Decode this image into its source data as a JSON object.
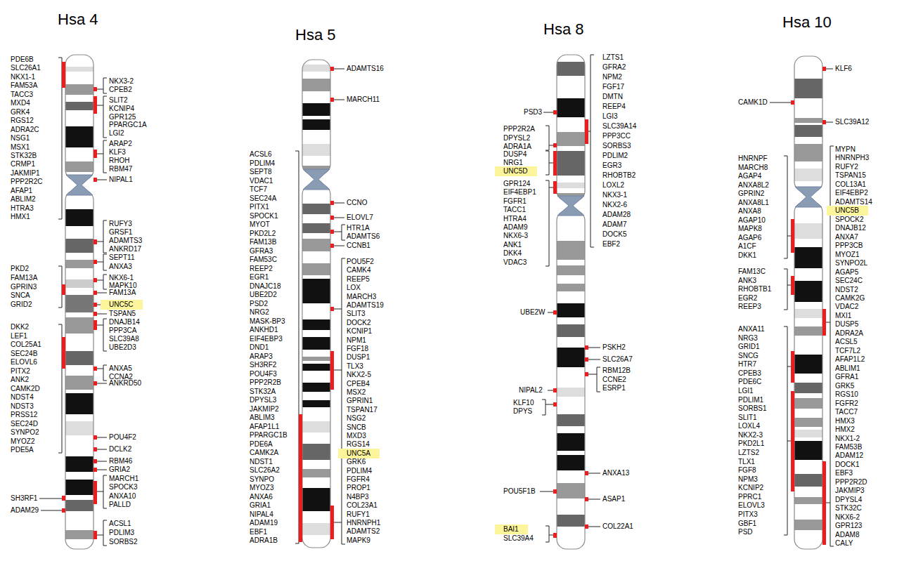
{
  "diagram": {
    "nodes": [
      {
        "text": [
          "UNC5C"
        ]
      },
      {
        "text": [
          "UNC5A"
        ]
      },
      {
        "text": [
          "UNC5D"
        ]
      },
      {
        "text": [
          "BAI1"
        ]
      },
      {
        "text": [
          "UNC5B"
        ]
      }
    ],
    "labels": [
      "Hsa 4",
      "PDE6B",
      "SLC26A1",
      "NKX1-1",
      "FAM53A",
      "TACC3",
      "MXD4",
      "GRK4",
      "RGS12",
      "ADRA2C",
      "NSG1",
      "MSX1",
      "STK32B",
      "CRMP1",
      "JAKMIP1",
      "PPP2R2C",
      "AFAP1",
      "ABLIM2",
      "HTRA3",
      "HMX1",
      "PKD2",
      "FAM13A",
      "GPRIN3",
      "SNCA",
      "GRID2",
      "DKK2",
      "LEF1",
      "COL25A1",
      "SEC24B",
      "ELOVL6",
      "PITX2",
      "ANK2",
      "CAMK2D",
      "NDST4",
      "NDST3",
      "PRSS12",
      "SEC24D",
      "SYNPO2",
      "MYOZ2",
      "PDE5A",
      "SH3RF1",
      "ADAM29",
      "NKX3-2",
      "CPEB2",
      "SLIT2",
      "KCNIP4",
      "GPR125",
      "PPARGC1A",
      "LGI2",
      "ARAP2",
      "KLF3",
      "RHOH",
      "RBM47",
      "NIPAL1",
      "RUFY3",
      "GRSF1",
      "ADAMTS3",
      "ANKRD17",
      "SEPT11",
      "ANXA3",
      "NKX6-1",
      "MAPK10",
      "FAM13A",
      "TSPAN5",
      "DNAJB14",
      "PPP3CA",
      "SLC39A8",
      "UBE2D3",
      "ANXA5",
      "CCNA2",
      "ANKRD50",
      "POU4F2",
      "DCLK2",
      "RBM46",
      "GRIA2",
      "MARCH1",
      "SPOCK3",
      "ANXA10",
      "PALLD",
      "ACSL1",
      "PDLIM3",
      "SORBS2",
      "Hsa 5",
      "ACSL6",
      "PDLIM4",
      "SEPT8",
      "VDAC1",
      "TCF7",
      "SEC24A",
      "PITX1",
      "SPOCK1",
      "MYOT",
      "PKD2L2",
      "FAM13B",
      "GFRA3",
      "FAM53C",
      "REEP2",
      "EGR1",
      "DNAJC18",
      "UBE2D2",
      "PSD2",
      "NRG2",
      "MASK-BP3",
      "ANKHD1",
      "EIF4EBP3",
      "DND1",
      "ARAP3",
      "SH3RF2",
      "POU4F3",
      "PPP2R2B",
      "STK32A",
      "DPYSL3",
      "JAKMIP2",
      "ABLIM3",
      "AFAP1L1",
      "PPARGC1B",
      "PDE6A",
      "CAMK2A",
      "NDST1",
      "SLC26A2",
      "SYNPO",
      "MYOZ3",
      "ANXA6",
      "GRIA1",
      "NIPAL4",
      "ADAM19",
      "EBF1",
      "ADRA1B",
      "ADAMTS16",
      "MARCH11",
      "CCNO",
      "ELOVL7",
      "HTR1A",
      "ADAMTS6",
      "CCNB1",
      "POU5F2",
      "CAMK4",
      "REEP5",
      "LOX",
      "MARCH3",
      "ADAMTS19",
      "SLIT3",
      "DOCK2",
      "KCNIP1",
      "NPM1",
      "FGF18",
      "DUSP1",
      "TLX3",
      "NKX2-5",
      "CPEB4",
      "MSX2",
      "GPRIN1",
      "TSPAN17",
      "NSG2",
      "SNCB",
      "MXD3",
      "RGS14",
      "GRK6",
      "PDLIM4",
      "FGFR4",
      "PROP1",
      "N4BP3",
      "COL23A1",
      "RUFY1",
      "HNRNPH1",
      "ADAMTS2",
      "MAPK9",
      "Hsa 8",
      "LZTS1",
      "GFRA2",
      "NPM2",
      "FGF17",
      "DMTN",
      "REEP4",
      "LGI3",
      "SLC39A14",
      "PPP3CC",
      "SORBS3",
      "PDLIM2",
      "EGR3",
      "RHOBTB2",
      "LOXL2",
      "NKX3-1",
      "NKX2-6",
      "ADAM28",
      "ADAM7",
      "DOCK5",
      "EBF2",
      "PSD3",
      "PPP2R2A",
      "DPYSL2",
      "ADRA1A",
      "DUSP4",
      "NRG1",
      "GPR124",
      "EIF4EBP1",
      "FGFR1",
      "TACC1",
      "HTRA4",
      "ADAM9",
      "NKX6-3",
      "ANK1",
      "DKK4",
      "VDAC3",
      "UBE2W",
      "NIPAL2",
      "KLF10",
      "DPYS",
      "POU5F1B",
      "SLC39A4",
      "PSKH2",
      "SLC26A7",
      "RBM12B",
      "CCNE2",
      "ESRP1",
      "ANXA13",
      "ASAP1",
      "COL22A1",
      "Hsa 10",
      "CAMK1D",
      "HNRNPF",
      "MARCH8",
      "AGAP4",
      "ANXA8L2",
      "GPRIN2",
      "ANXA8L1",
      "ANXA8",
      "AGAP10",
      "MAPK8",
      "AGAP6",
      "A1CF",
      "DKK1",
      "FAM13C",
      "ANK3",
      "RHOBTB1",
      "EGR2",
      "REEP3",
      "ANXA11",
      "NRG3",
      "GRID1",
      "SNCG",
      "HTR7",
      "CPEB3",
      "PDE6C",
      "LGI1",
      "PDLIM1",
      "SORBS1",
      "SLIT1",
      "LOXL4",
      "NKX2-3",
      "PKD2L1",
      "LZTS2",
      "TLX1",
      "FGF8",
      "NPM3",
      "KCNIP2",
      "PPRC1",
      "ELOVL3",
      "PITX3",
      "GBF1",
      "PSD",
      "KLF6",
      "SLC39A12",
      "MYPN",
      "HNRNPH3",
      "RUFY2",
      "TSPAN15",
      "COL13A1",
      "EIF4EBP2",
      "ADAMTS14",
      "SPOCK2",
      "DNAJB12",
      "ANXA7",
      "PPP3CB",
      "MYOZ1",
      "SYNPO2L",
      "AGAP5",
      "SEC24C",
      "NDST2",
      "CAMK2G",
      "VDAC2",
      "MXI1",
      "DUSP5",
      "ADRA2A",
      "ACSL5",
      "TCF7L2",
      "AFAP1L2",
      "ABLIM1",
      "GFRA1",
      "GRK5",
      "RGS10",
      "FGFR2",
      "TACC7",
      "HMX3",
      "HMX2",
      "NKX1-2",
      "FAM53B",
      "ADAM12",
      "DOCK1",
      "EBF3",
      "PPP2R2D",
      "JAKMIP3",
      "DPYSL4",
      "STK32C",
      "NKX6-2",
      "GPR123",
      "ADAM8",
      "CALY"
    ]
  }
}
